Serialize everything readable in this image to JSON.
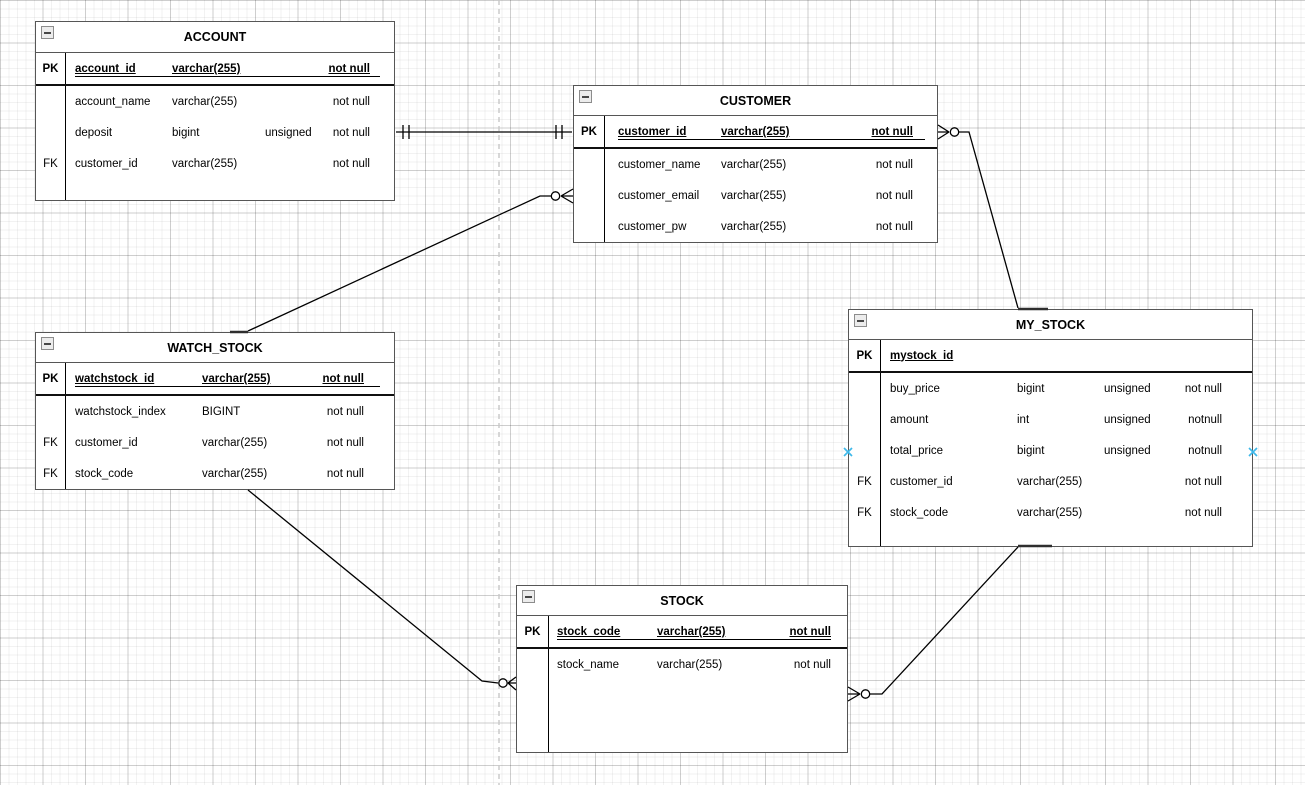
{
  "diagram": {
    "tables": [
      {
        "name": "ACCOUNT",
        "columns": [
          {
            "key": "PK",
            "name": "account_id",
            "type": "varchar(255)",
            "attr": "",
            "nullable": "not null",
            "pk": true
          },
          {
            "key": "",
            "name": "account_name",
            "type": "varchar(255)",
            "attr": "",
            "nullable": "not null",
            "pk": false
          },
          {
            "key": "",
            "name": "deposit",
            "type": "bigint",
            "attr": "unsigned",
            "nullable": "not null",
            "pk": false
          },
          {
            "key": "FK",
            "name": "customer_id",
            "type": "varchar(255)",
            "attr": "",
            "nullable": "not null",
            "pk": false
          }
        ]
      },
      {
        "name": "CUSTOMER",
        "columns": [
          {
            "key": "PK",
            "name": "customer_id",
            "type": "varchar(255)",
            "attr": "",
            "nullable": "not null",
            "pk": true
          },
          {
            "key": "",
            "name": "customer_name",
            "type": "varchar(255)",
            "attr": "",
            "nullable": "not null",
            "pk": false
          },
          {
            "key": "",
            "name": "customer_email",
            "type": "varchar(255)",
            "attr": "",
            "nullable": "not null",
            "pk": false
          },
          {
            "key": "",
            "name": "customer_pw",
            "type": "varchar(255)",
            "attr": "",
            "nullable": "not null",
            "pk": false
          }
        ]
      },
      {
        "name": "WATCH_STOCK",
        "columns": [
          {
            "key": "PK",
            "name": "watchstock_id",
            "type": "varchar(255)",
            "attr": "",
            "nullable": "not null",
            "pk": true
          },
          {
            "key": "",
            "name": "watchstock_index",
            "type": "BIGINT",
            "attr": "",
            "nullable": "not null",
            "pk": false
          },
          {
            "key": "FK",
            "name": "customer_id",
            "type": "varchar(255)",
            "attr": "",
            "nullable": "not null",
            "pk": false
          },
          {
            "key": "FK",
            "name": "stock_code",
            "type": "varchar(255)",
            "attr": "",
            "nullable": "not null",
            "pk": false
          }
        ]
      },
      {
        "name": "MY_STOCK",
        "columns": [
          {
            "key": "PK",
            "name": "mystock_id",
            "type": "",
            "attr": "",
            "nullable": "",
            "pk": true
          },
          {
            "key": "",
            "name": "buy_price",
            "type": "bigint",
            "attr": "unsigned",
            "nullable": "not null",
            "pk": false
          },
          {
            "key": "",
            "name": "amount",
            "type": "int",
            "attr": "unsigned",
            "nullable": "notnull",
            "pk": false
          },
          {
            "key": "",
            "name": "total_price",
            "type": "bigint",
            "attr": "unsigned",
            "nullable": "notnull",
            "pk": false
          },
          {
            "key": "FK",
            "name": "customer_id",
            "type": "varchar(255)",
            "attr": "",
            "nullable": "not null",
            "pk": false
          },
          {
            "key": "FK",
            "name": "stock_code",
            "type": "varchar(255)",
            "attr": "",
            "nullable": "not null",
            "pk": false
          }
        ]
      },
      {
        "name": "STOCK",
        "columns": [
          {
            "key": "PK",
            "name": "stock_code",
            "type": "varchar(255)",
            "attr": "",
            "nullable": "not null",
            "pk": true
          },
          {
            "key": "",
            "name": "stock_name",
            "type": "varchar(255)",
            "attr": "",
            "nullable": "not null",
            "pk": false
          }
        ]
      }
    ],
    "relationships": [
      {
        "from": "ACCOUNT",
        "to": "CUSTOMER",
        "from_cardinality": "exactly-one",
        "to_cardinality": "exactly-one"
      },
      {
        "from": "CUSTOMER",
        "to": "MY_STOCK",
        "from_cardinality": "zero-or-many",
        "to_cardinality": "plain"
      },
      {
        "from": "CUSTOMER",
        "to": "WATCH_STOCK",
        "from_cardinality": "zero-or-many",
        "to_cardinality": "plain"
      },
      {
        "from": "WATCH_STOCK",
        "to": "STOCK",
        "from_cardinality": "plain",
        "to_cardinality": "zero-or-many"
      },
      {
        "from": "STOCK",
        "to": "MY_STOCK",
        "from_cardinality": "zero-or-many",
        "to_cardinality": "plain"
      }
    ],
    "colors": {
      "connection_point": "#3db8ea",
      "table_border": "#565656",
      "edge": "#000000"
    }
  }
}
